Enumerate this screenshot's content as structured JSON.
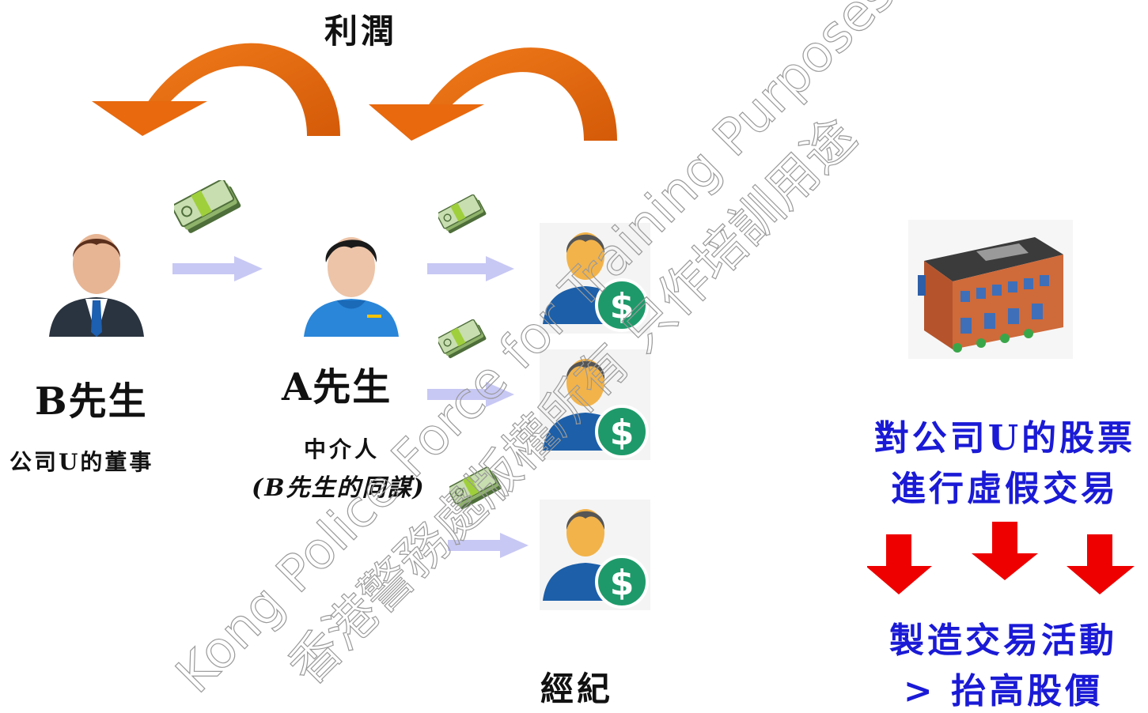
{
  "title": "利潤",
  "persons": {
    "b": {
      "name": "B先生",
      "role": "公司U的董事"
    },
    "a": {
      "name": "A先生",
      "role": "中介人",
      "note": "(B先生的同謀)"
    },
    "brokers": {
      "label": "經紀"
    }
  },
  "company": {
    "action_line1": "對公司U的股票",
    "action_line2": "進行虛假交易",
    "result_line1": "製造交易活動",
    "result_line2": "> 抬高股價"
  },
  "watermark": {
    "line1": "Kong Police Force for Training Purposes",
    "line2": "香港警務處版權所有 只作培訓用途"
  },
  "colors": {
    "curved_arrow": "#e8690e",
    "flow_arrow": "#c8c8f4",
    "down_arrow": "#ee0000",
    "company_text": "#1a1ad6"
  },
  "icons": [
    "businessman-icon",
    "man-icon",
    "money-stack-icon",
    "dollar-person-icon",
    "building-icon"
  ]
}
